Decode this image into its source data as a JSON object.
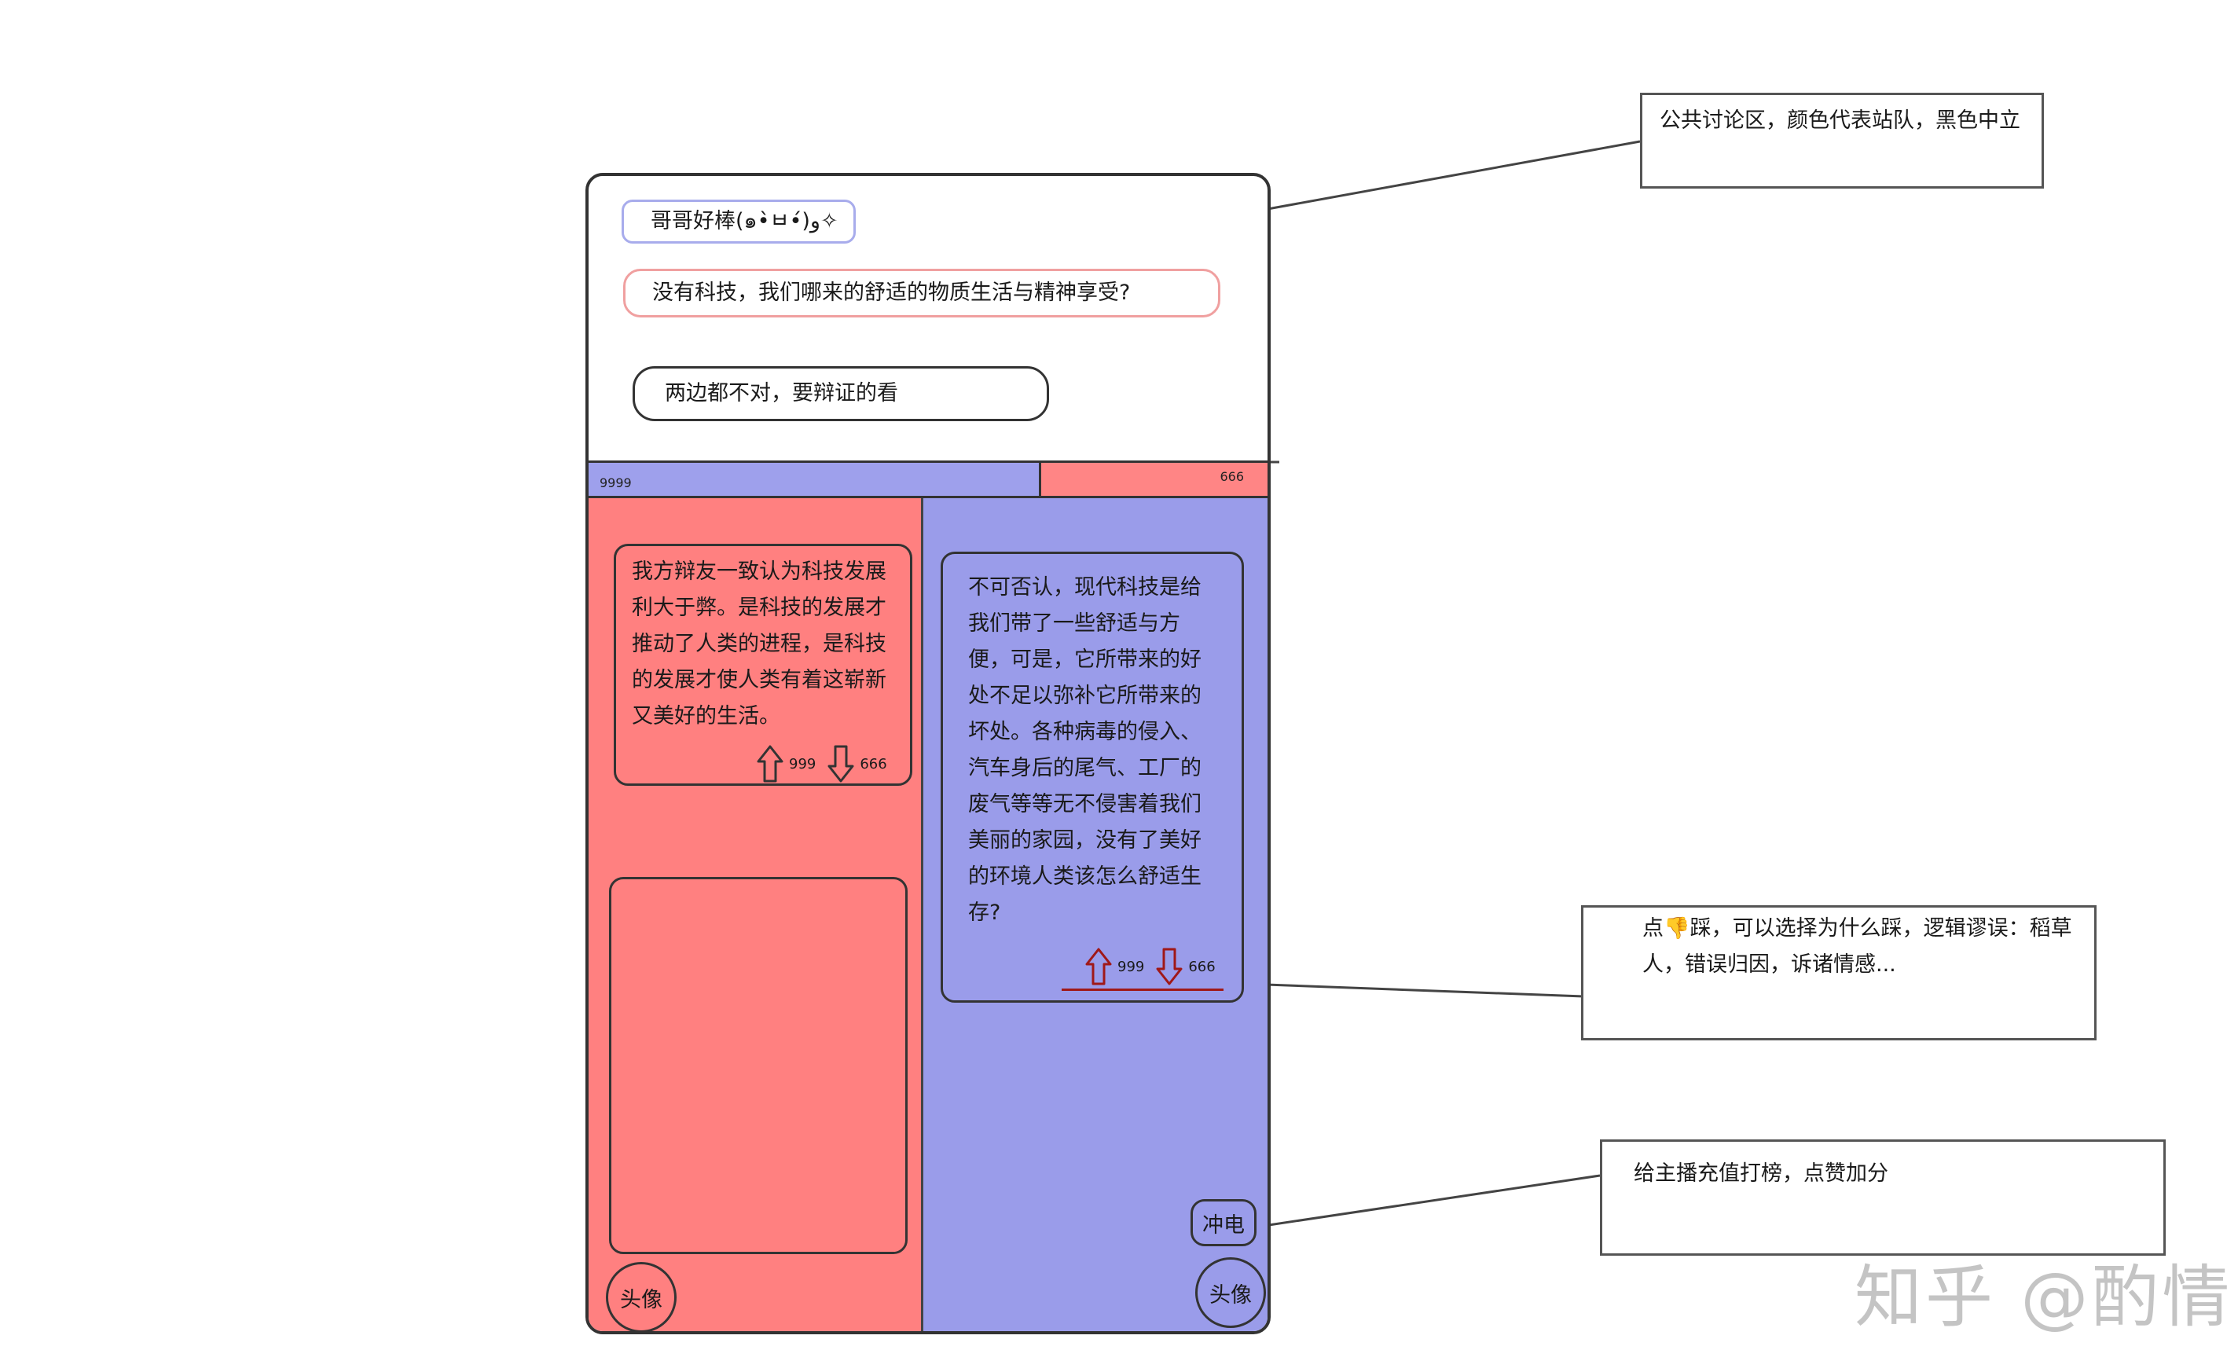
{
  "public_area": {
    "comments": [
      "哥哥好棒(๑•̀ㅂ•́)و✧",
      "没有科技，我们哪来的舒适的物质生活与精神享受?",
      "两边都不对，要辩证的看"
    ]
  },
  "score_bar": {
    "blue_score": "9999",
    "red_score": "666",
    "blue_fraction": 0.66
  },
  "left_side": {
    "argument": "我方辩友一致认为科技发展利大于弊。是科技的发展才推动了人类的进程，是科技的发展才使人类有着这崭新又美好的生活。",
    "upvotes": "999",
    "downvotes": "666",
    "avatar_label": "头像"
  },
  "right_side": {
    "argument": "不可否认，现代科技是给我们带了一些舒适与方便，可是，它所带来的好处不足以弥补它所带来的坏处。各种病毒的侵入、汽车身后的尾气、工厂的废气等等无不侵害着我们美丽的家园，没有了美好的环境人类该怎么舒适生存?",
    "upvotes": "999",
    "downvotes": "666",
    "charge_label": "冲电",
    "avatar_label": "头像"
  },
  "annotations": {
    "public_area": "公共讨论区，颜色代表站队，黑色中立",
    "dislike": "点👎踩，可以选择为什么踩，逻辑谬误：稻草人，错误归因，诉诸情感...",
    "charge": "给主播充值打榜，点赞加分"
  },
  "watermark": "知乎 @酌情",
  "colors": {
    "red_team": "#ff8080",
    "blue_team": "#9a9cea",
    "neutral": "#333333"
  }
}
